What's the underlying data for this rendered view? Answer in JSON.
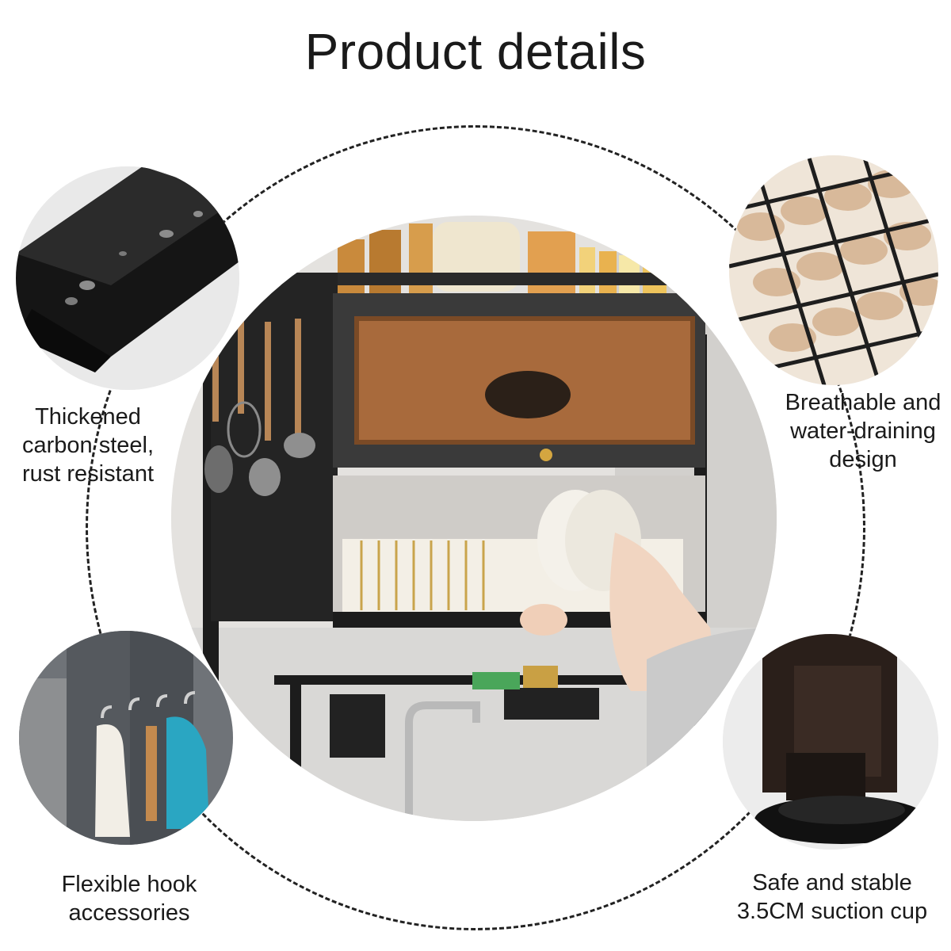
{
  "title": "Product details",
  "features": {
    "top_left": "Thickened\ncarbon steel,\nrust resistant",
    "top_right": "Breathable and\nwater-draining\ndesign",
    "bottom_left": "Flexible hook\naccessories",
    "bottom_right": "Safe and stable\n3.5CM suction cup"
  },
  "colors": {
    "frame": "#1c1c1c",
    "door_panel": "#a86a3c",
    "background": "#ffffff",
    "ring": "#222222"
  }
}
